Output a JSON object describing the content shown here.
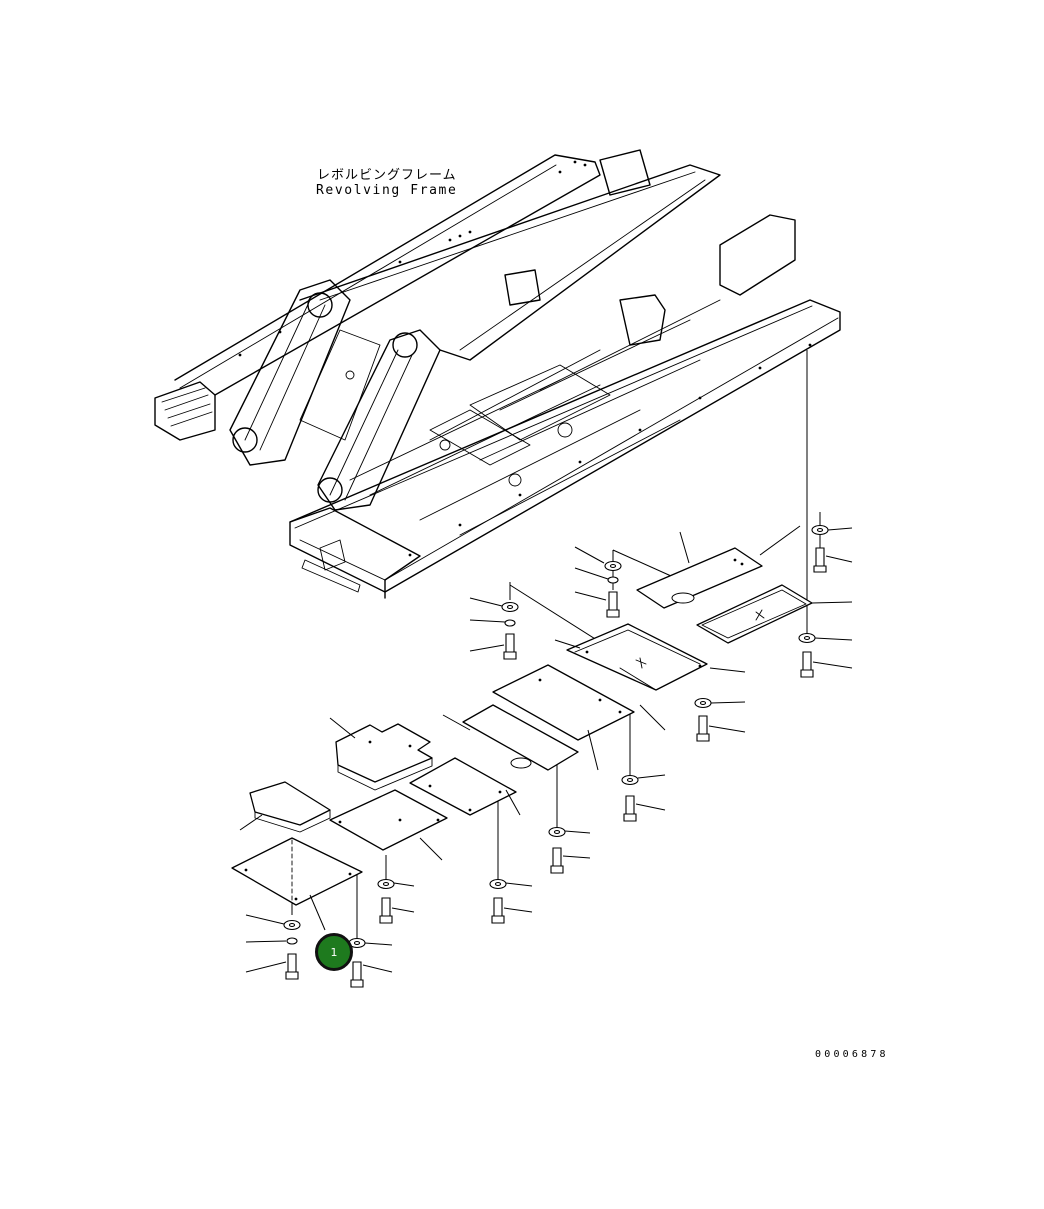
{
  "diagram": {
    "title_japanese": "レボルビングフレーム",
    "title_english": "Revolving Frame",
    "drawing_number": "00006878"
  },
  "callouts": [
    {
      "label": "1",
      "color": "#1e7a1e"
    }
  ]
}
